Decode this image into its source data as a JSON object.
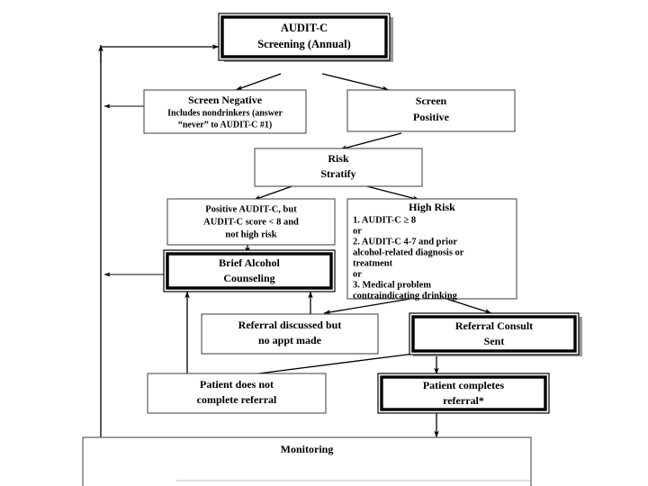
{
  "diagram": {
    "title": "AUDIT-C Alcohol Screening and Brief Intervention Flowchart",
    "nodes": {
      "screening": {
        "label_line1": "AUDIT-C",
        "label_line2": "Screening (Annual)",
        "style": "double-border"
      },
      "screen_negative": {
        "label_line1": "Screen Negative",
        "label_line2": "Includes nondrinkers (answer",
        "label_line3": "“never” to AUDIT-C #1)",
        "style": "single-border"
      },
      "screen_positive": {
        "label_line1": "Screen",
        "label_line2": "Positive",
        "style": "single-border"
      },
      "risk_stratify": {
        "label_line1": "Risk",
        "label_line2": "Stratify",
        "style": "single-border"
      },
      "positive_low_risk": {
        "label_line1": "Positive AUDIT-C, but",
        "label_line2": "AUDIT-C score < 8 and",
        "label_line3": "not high risk",
        "style": "single-border"
      },
      "high_risk": {
        "heading": "High Risk",
        "criteria": [
          "1.  AUDIT-C ≥ 8",
          "or",
          "2.  AUDIT-C 4-7 and prior",
          "alcohol-related diagnosis or",
          "treatment",
          "or",
          "3.  Medical problem",
          "contraindicating drinking"
        ],
        "style": "single-border"
      },
      "brief_counseling": {
        "label_line1": "Brief Alcohol",
        "label_line2": "Counseling",
        "style": "double-border"
      },
      "referral_discussed": {
        "label_line1": "Referral discussed but",
        "label_line2": "no appt made",
        "style": "single-border"
      },
      "referral_consult": {
        "label_line1": "Referral Consult",
        "label_line2": "Sent",
        "style": "double-border"
      },
      "patient_not_complete": {
        "label_line1": "Patient does not",
        "label_line2": "complete referral",
        "style": "single-border"
      },
      "patient_completes": {
        "label_line1": "Patient completes",
        "label_line2": "referral*",
        "style": "double-border"
      },
      "monitoring": {
        "label_line1": "Monitoring",
        "style": "single-border"
      }
    },
    "colors": {
      "background": "#ffffff",
      "stroke": "#000000",
      "thin_stroke": "#4d4d4d",
      "shadow": "#9a9a9a",
      "text": "#000000"
    }
  }
}
